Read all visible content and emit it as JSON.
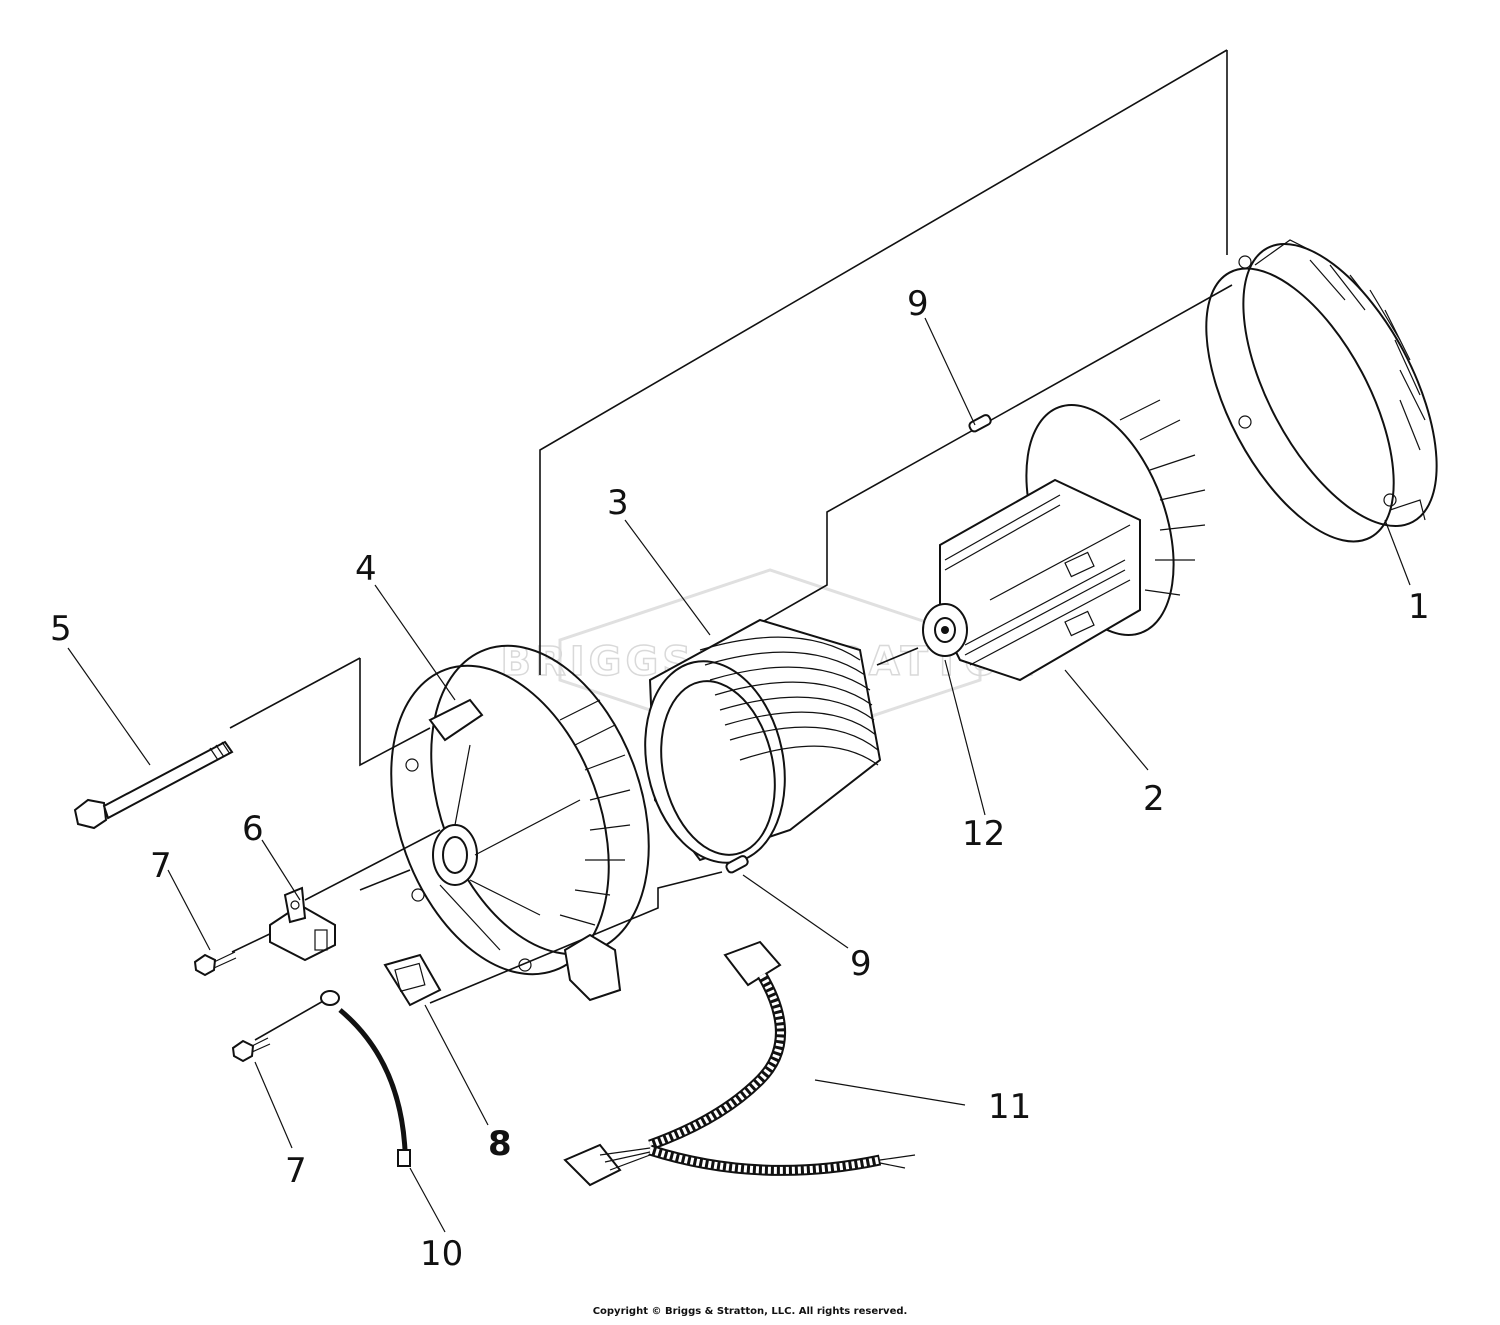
{
  "callouts": {
    "c1": "1",
    "c2": "2",
    "c3": "3",
    "c4": "4",
    "c5": "5",
    "c6": "6",
    "c7a": "7",
    "c7b": "7",
    "c8": "8",
    "c9a": "9",
    "c9b": "9",
    "c10": "10",
    "c11": "11",
    "c12": "12"
  },
  "watermark": "BRIGGS & STRATTON",
  "copyright": "Copyright © Briggs & Stratton, LLC. All rights reserved.",
  "colors": {
    "ink": "#111111",
    "background": "#ffffff",
    "watermark": "#d9d9d9"
  }
}
